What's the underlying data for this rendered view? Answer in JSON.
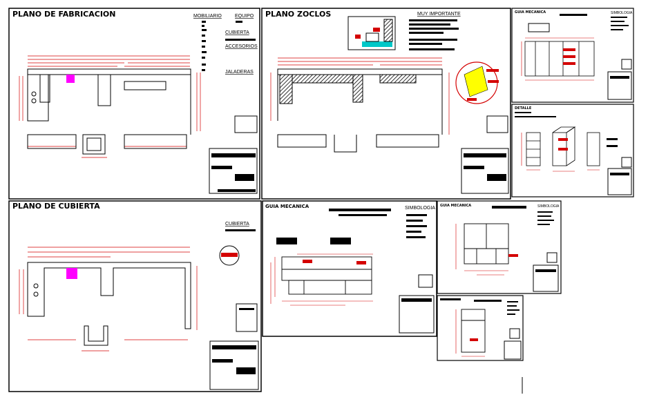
{
  "sheets": {
    "fabricacion": {
      "title": "PLANO DE FABRICACION",
      "legend": [
        "MOBILIARIO",
        "EQUIPO",
        "CUBIERTA",
        "ACCESORIOS",
        "JALADERAS"
      ]
    },
    "zoclos": {
      "title": "PLANO ZOCLOS",
      "note": "MUY IMPORTANTE"
    },
    "cubierta": {
      "title": "PLANO DE CUBIERTA",
      "legend": [
        "CUBIERTA"
      ]
    },
    "guia1": {
      "title": "GUIA MECANICA",
      "legend": [
        "SIMBOLOGIA"
      ]
    },
    "guia2": {
      "title": "GUIA MECANICA",
      "legend": [
        "SIMBOLOGIA"
      ]
    },
    "guia3": {
      "title": "GUIA MECANICA",
      "legend": [
        "SIMBOLOGIA"
      ]
    },
    "detalle": {
      "title": "DETALLE"
    }
  },
  "colors": {
    "dim": "#d40000",
    "accent": "#ff00ff",
    "water": "#00c8c8",
    "hatch": "#000000",
    "highlight": "#ffff00",
    "outline": "#000000"
  }
}
